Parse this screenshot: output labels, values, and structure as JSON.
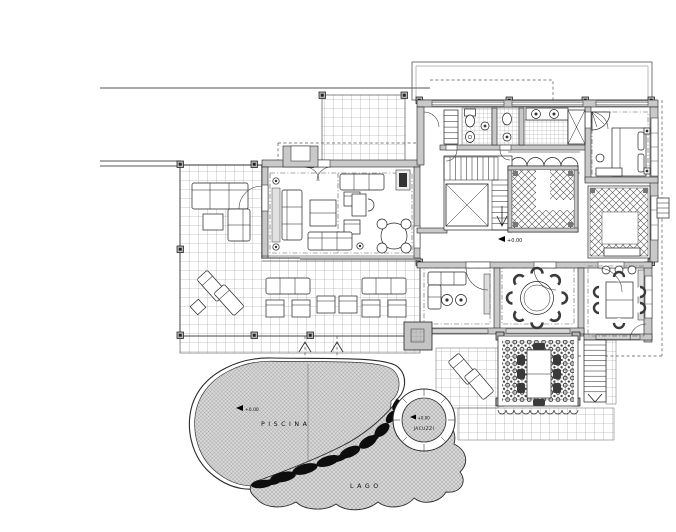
{
  "palette": {
    "ink": "#1f1f1f",
    "wall_fill": "#c9c9c9",
    "tile_line": "#8f8f8f",
    "water_base": "#d8d8d8",
    "water_hatch": "#9a9a9a",
    "hatch_line": "#555555",
    "rock_fill": "#0d0d0d"
  },
  "labels": {
    "pool": "PISCINA",
    "lake": "LAGO",
    "jacuzzi": "JACUZZI",
    "level_main": "+0.00",
    "level_pool": "+0.00",
    "level_jacuzzi": "+0.00"
  }
}
